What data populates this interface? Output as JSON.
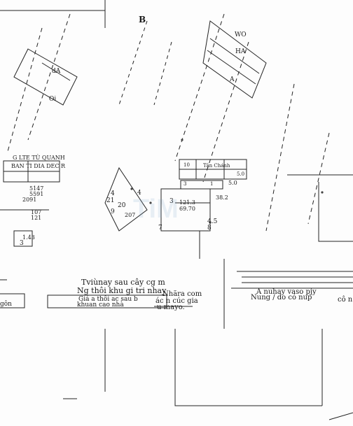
{
  "map": {
    "sheet_label": "B",
    "top_labels": [
      "WO",
      "HA",
      "A",
      "Oi",
      "dA"
    ],
    "parcel_labels": [
      "4",
      "21",
      "20",
      "9",
      "207",
      "3",
      "7",
      "4.5",
      "8",
      "4",
      "3",
      "1.43"
    ],
    "mid_numbers": [
      "121.3",
      "69.70",
      "38.2",
      "5.0",
      "2091",
      "107",
      "121",
      "5591",
      "5147"
    ],
    "table_labels": [
      "Tân Chánh",
      "10",
      "1",
      "3",
      "5.0"
    ],
    "left_headings": [
      "G LTE TÙ QUANH",
      "BAN TI DIA DEC R"
    ],
    "notes": {
      "center_1": "Tviùnay sau cây cg m",
      "center_2": "Ng thôi khu gi tri nhay",
      "center_3": "Giá a thôi ac sau b",
      "center_4": "khuan cao nhà",
      "center_5": "Nhãra com",
      "center_6": "ác n cúc gia",
      "center_7": "u mayo.",
      "right_1": "A nuhay vaso pjy",
      "right_2": "Nung / do có nup",
      "right_3": "cô n",
      "left_1": "gôn"
    },
    "watermark": "TiM"
  }
}
